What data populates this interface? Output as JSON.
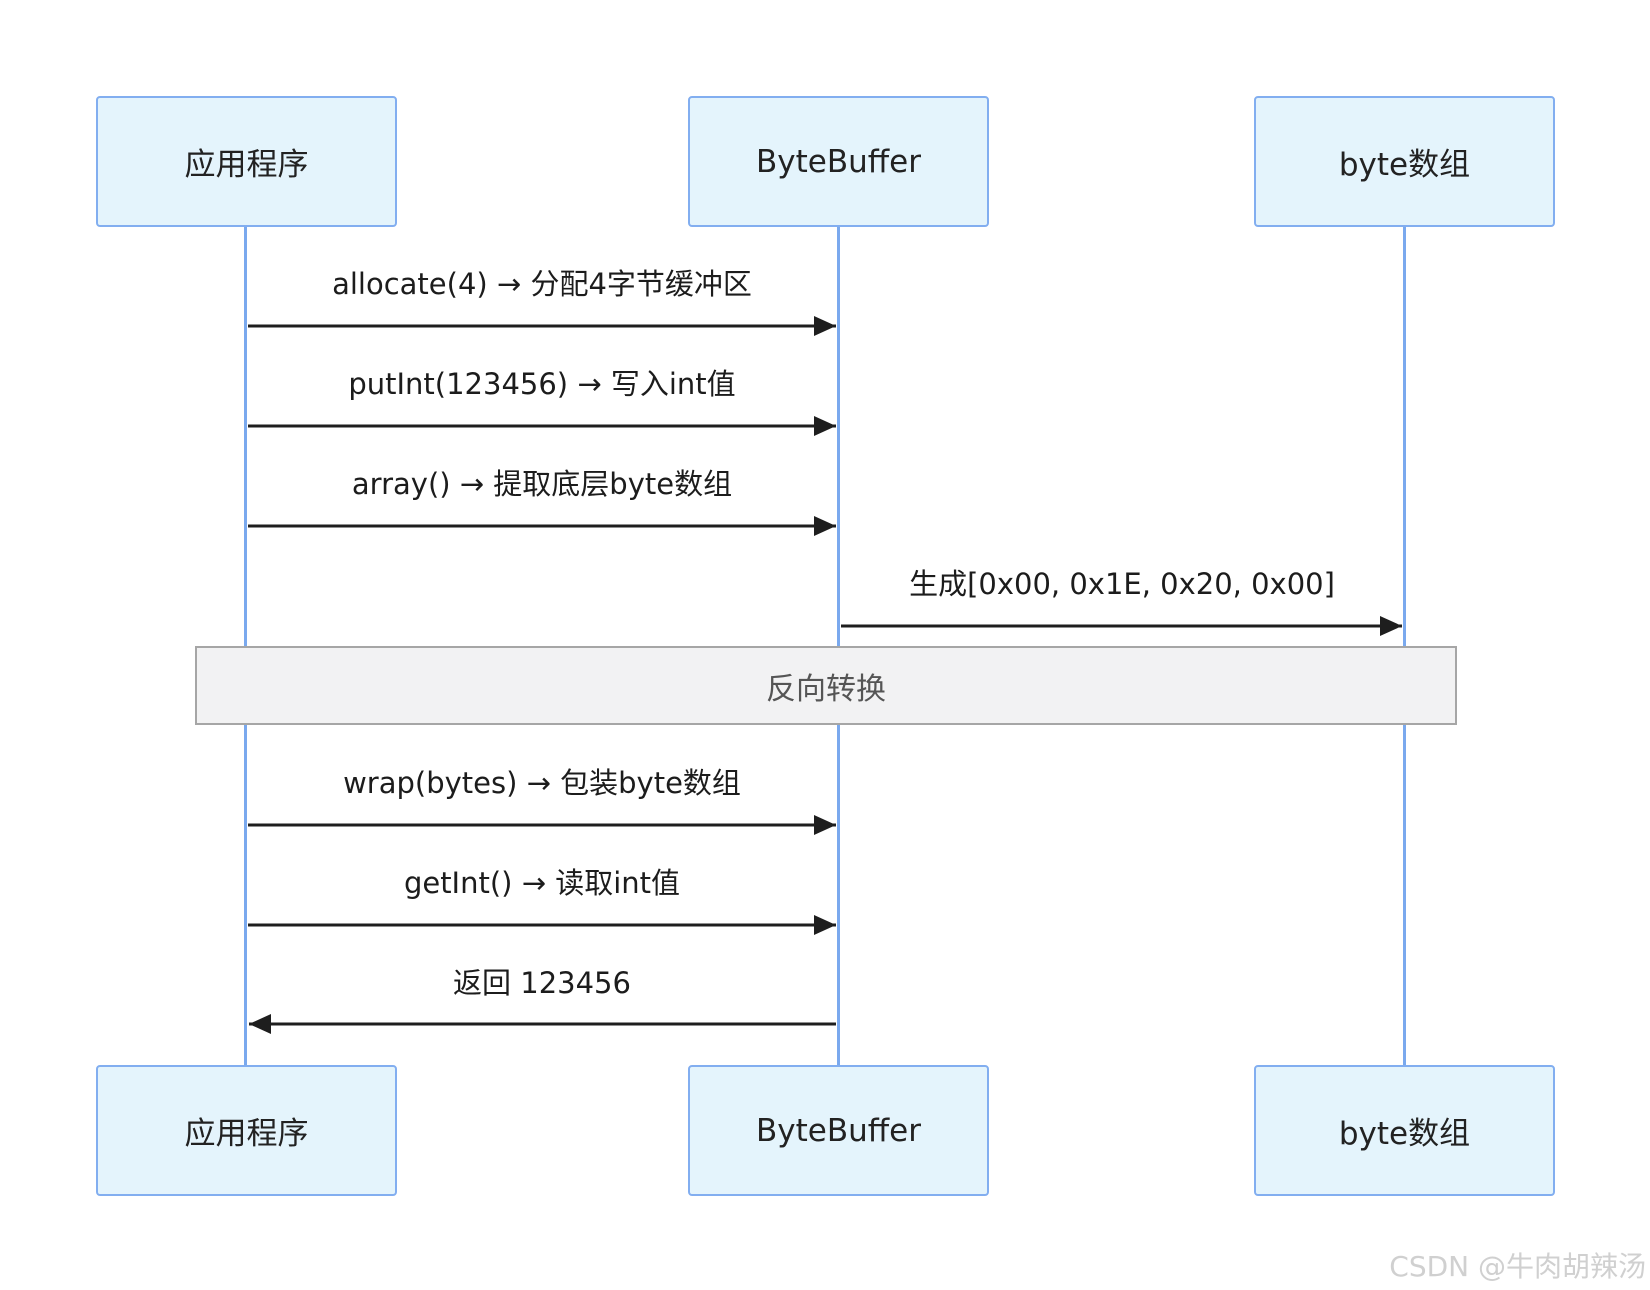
{
  "actors": [
    {
      "id": "app",
      "label": "应用程序"
    },
    {
      "id": "buf",
      "label": "ByteBuffer"
    },
    {
      "id": "arr",
      "label": "byte数组"
    }
  ],
  "messages": [
    {
      "from": "app",
      "to": "buf",
      "label": "allocate(4) → 分配4字节缓冲区"
    },
    {
      "from": "app",
      "to": "buf",
      "label": "putInt(123456) → 写入int值"
    },
    {
      "from": "app",
      "to": "buf",
      "label": "array() → 提取底层byte数组"
    },
    {
      "from": "buf",
      "to": "arr",
      "label": "生成[0x00, 0x1E, 0x20, 0x00]"
    },
    {
      "from": "app",
      "to": "buf",
      "label": "wrap(bytes) → 包装byte数组"
    },
    {
      "from": "app",
      "to": "buf",
      "label": "getInt() → 读取int值"
    },
    {
      "from": "buf",
      "to": "app",
      "label": "返回 123456"
    }
  ],
  "note": {
    "label": "反向转换"
  },
  "watermark": "CSDN @牛肉胡辣汤",
  "colors": {
    "actor_fill": "#e4f4fc",
    "actor_border": "#82aef0",
    "lifeline": "#7aa9ee",
    "arrow": "#1e1e1e",
    "note_fill": "#f2f2f3",
    "note_border": "#a6a6a6"
  }
}
